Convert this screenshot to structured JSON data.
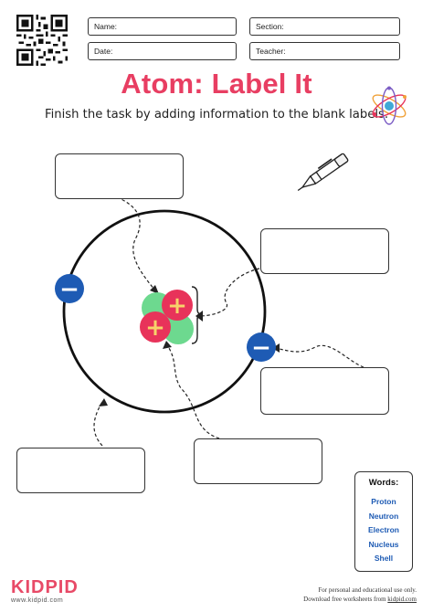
{
  "header": {
    "name_label": "Name:",
    "section_label": "Section:",
    "date_label": "Date:",
    "teacher_label": "Teacher:"
  },
  "title": "Atom: Label It",
  "subtitle": "Finish the task by adding information to the blank labels.",
  "diagram": {
    "electron_sign": "−",
    "proton_sign": "+"
  },
  "words": {
    "title": "Words:",
    "items": [
      "Proton",
      "Neutron",
      "Electron",
      "Nucleus",
      "Shell"
    ]
  },
  "logo": {
    "brand": "KIDPID",
    "url": "www.kidpid.com"
  },
  "footer": {
    "line1": "For personal and educational use only.",
    "line2_prefix": "Download free worksheets from ",
    "line2_link": "kidpid.com"
  },
  "colors": {
    "title": "#e83e62",
    "electron": "#1e5bb4",
    "proton": "#e8335a",
    "neutron": "#6dd98f",
    "words": "#1e5bb4"
  }
}
